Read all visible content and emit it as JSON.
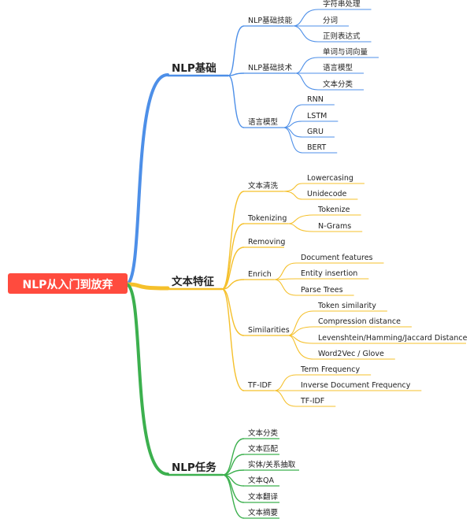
{
  "root": {
    "label": "NLP从入门到放弃",
    "color": "#ff4b3e"
  },
  "colors": {
    "blue": "#4d8fe8",
    "yellow": "#f5c02b",
    "green": "#3cb04e"
  },
  "branches": [
    {
      "label": "NLP基础",
      "color": "#4d8fe8",
      "children": [
        {
          "label": "NLP基础技能",
          "children": [
            "字符串处理",
            "分词",
            "正则表达式"
          ]
        },
        {
          "label": "NLP基础技术",
          "children": [
            "单词与词向量",
            "语言模型",
            "文本分类"
          ]
        },
        {
          "label": "语言模型",
          "children": [
            "RNN",
            "LSTM",
            "GRU",
            "BERT"
          ]
        }
      ]
    },
    {
      "label": "文本特征",
      "color": "#f5c02b",
      "children": [
        {
          "label": "文本清洗",
          "children": [
            "Lowercasing",
            "Unidecode"
          ]
        },
        {
          "label": "Tokenizing",
          "children": [
            "Tokenize",
            "N-Grams"
          ]
        },
        {
          "label": "Removing",
          "children": []
        },
        {
          "label": "Enrich",
          "children": [
            "Document features",
            "Entity insertion",
            "Parse Trees"
          ]
        },
        {
          "label": "Similarities",
          "children": [
            "Token similarity",
            "Compression distance",
            "Levenshtein/Hamming/Jaccard Distance",
            "Word2Vec / Glove"
          ]
        },
        {
          "label": "TF-IDF",
          "children": [
            "Term Frequency",
            "Inverse Document Frequency",
            "TF-IDF"
          ]
        }
      ]
    },
    {
      "label": "NLP任务",
      "color": "#3cb04e",
      "children": [
        {
          "label": "文本分类",
          "children": []
        },
        {
          "label": "文本匹配",
          "children": []
        },
        {
          "label": "实体/关系抽取",
          "children": []
        },
        {
          "label": "文本QA",
          "children": []
        },
        {
          "label": "文本翻译",
          "children": []
        },
        {
          "label": "文本摘要",
          "children": []
        }
      ]
    }
  ]
}
